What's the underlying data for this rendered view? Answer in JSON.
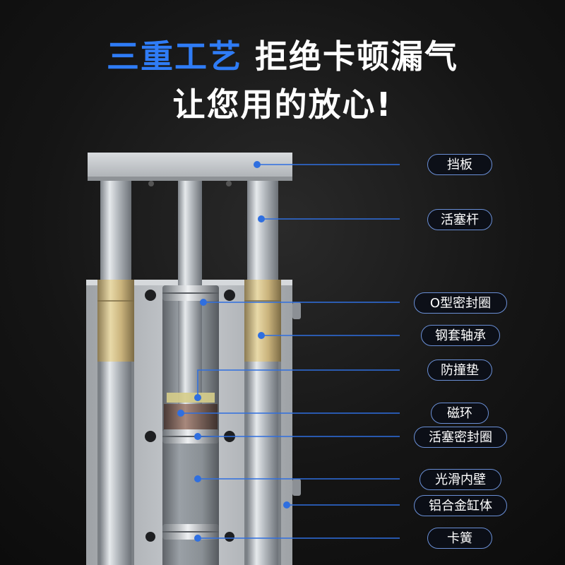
{
  "headline": {
    "line1_highlight": "三重工艺",
    "line1_rest": "拒绝卡顿漏气",
    "line2": "让您用的放心!"
  },
  "labels": [
    "挡板",
    "活塞杆",
    "O型密封圈",
    "钢套轴承",
    "防撞垫",
    "磁环",
    "活塞密封圈",
    "光滑内壁",
    "铝合金缸体",
    "卡簧"
  ],
  "colors": {
    "highlight": "#2f7cf6",
    "leader_line": "#2f6fe0",
    "label_border": "#6a8fd6"
  }
}
